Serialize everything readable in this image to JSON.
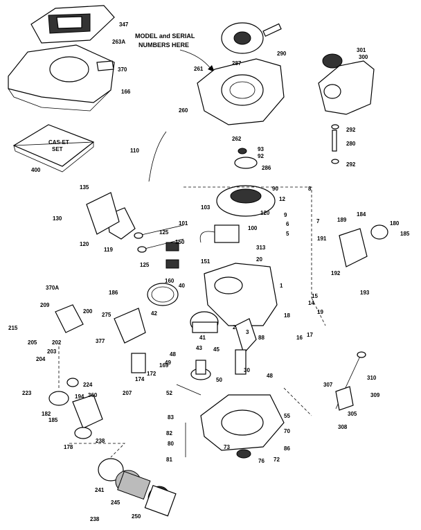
{
  "note": {
    "line1": "MODEL and SERIAL",
    "line2": "NUMBERS HERE"
  },
  "box400": {
    "text1": "CAS·ET",
    "text2": "SET"
  },
  "labels": {
    "p347": "347",
    "p263A": "263A",
    "p370": "370",
    "p166": "166",
    "p400": "400",
    "p290": "290",
    "p287": "287",
    "p261": "261",
    "p260": "260",
    "p262": "262",
    "p301": "301",
    "p300": "300",
    "p292a": "292",
    "p280": "280",
    "p292b": "292",
    "p110": "110",
    "p93": "93",
    "p92": "92",
    "p286": "286",
    "p90": "90",
    "p8": "8",
    "p12": "12",
    "p9": "9",
    "p6": "6",
    "p5": "5",
    "p7": "7",
    "p120a": "120",
    "p103": "103",
    "p135": "135",
    "p130": "130",
    "p120b": "120",
    "p119": "119",
    "p125a": "125",
    "p101": "101",
    "p100": "100",
    "p150": "150",
    "p313": "313",
    "p20": "20",
    "p125b": "125",
    "p160": "160",
    "p151": "151",
    "p184": "184",
    "p189": "189",
    "p180": "180",
    "p191": "191",
    "p185": "185",
    "p192": "192",
    "p193": "193",
    "p370A": "370A",
    "p186": "186",
    "p209": "209",
    "p200": "200",
    "p40": "40",
    "p1": "1",
    "p15": "15",
    "p14": "14",
    "p42": "42",
    "p275": "275",
    "p2": "2",
    "p19": "19",
    "p18": "18",
    "p17": "17",
    "p16": "16",
    "p215": "215",
    "p205": "205",
    "p202": "202",
    "p203": "203",
    "p204": "204",
    "p41": "41",
    "p43": "43",
    "p3": "3",
    "p88": "88",
    "p377": "377",
    "p45": "45",
    "p48a": "48",
    "p49": "49",
    "p48b": "48",
    "p169": "169",
    "p174": "174",
    "p172": "172",
    "p30": "30",
    "p50": "50",
    "p310": "310",
    "p224": "224",
    "p223": "223",
    "p194": "194",
    "p360": "360",
    "p207": "207",
    "p52": "52",
    "p307": "307",
    "p309": "309",
    "p182": "182",
    "p185b": "185",
    "p55": "55",
    "p305": "305",
    "p83": "83",
    "p238a": "238",
    "p70": "70",
    "p308": "308",
    "p178": "178",
    "p82": "82",
    "p80": "80",
    "p73": "73",
    "p86": "86",
    "p81": "81",
    "p76": "76",
    "p72": "72",
    "p241": "241",
    "p245": "245",
    "p250": "250",
    "p238b": "238"
  },
  "colors": {
    "ink": "#000000",
    "paper": "#ffffff",
    "shade": "#333333"
  }
}
